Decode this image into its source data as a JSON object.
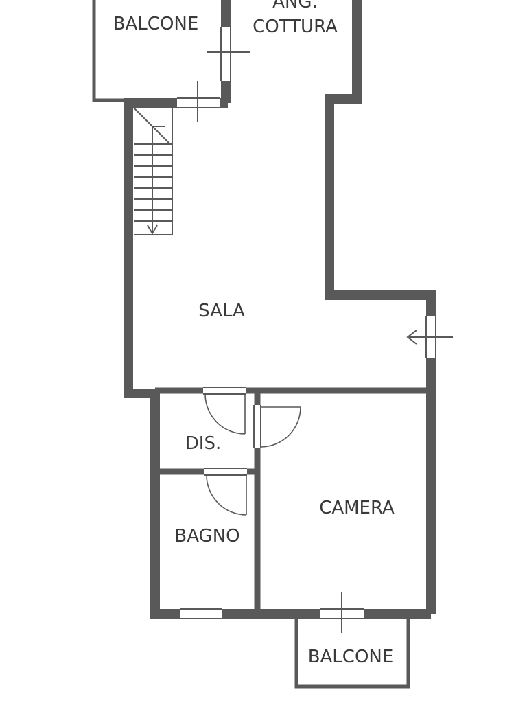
{
  "plan": {
    "rooms": [
      {
        "id": "balcone-top",
        "label": "BALCONE"
      },
      {
        "id": "angolo-cottura",
        "label": "ANG.\nCOTTURA"
      },
      {
        "id": "sala",
        "label": "SALA"
      },
      {
        "id": "disimpegno",
        "label": "DIS."
      },
      {
        "id": "camera",
        "label": "CAMERA"
      },
      {
        "id": "bagno",
        "label": "BAGNO"
      },
      {
        "id": "balcone-bottom",
        "label": "BALCONE"
      }
    ],
    "wall_color": "#595959",
    "text_color": "#3a3a3a",
    "background": "#ffffff"
  }
}
